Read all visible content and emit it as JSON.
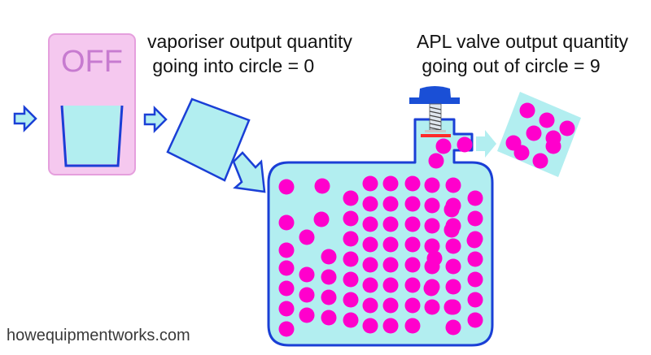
{
  "vaporiser": {
    "switch_label": "OFF",
    "output_label_line1": "vaporiser output quantity",
    "output_label_line2": " going into circle = 0"
  },
  "apl_valve": {
    "output_label_line1": "APL valve output quantity",
    "output_label_line2": " going out of circle = 9"
  },
  "watermark": "howequipmentworks.com",
  "colors": {
    "outline": "#1a3fd6",
    "fluid": "#b2eef0",
    "molecule": "#ff00cc",
    "vaporiser_body": "#f5c8ef",
    "valve_cap": "#1a4fd6",
    "valve_seat": "#ff2a2a"
  }
}
